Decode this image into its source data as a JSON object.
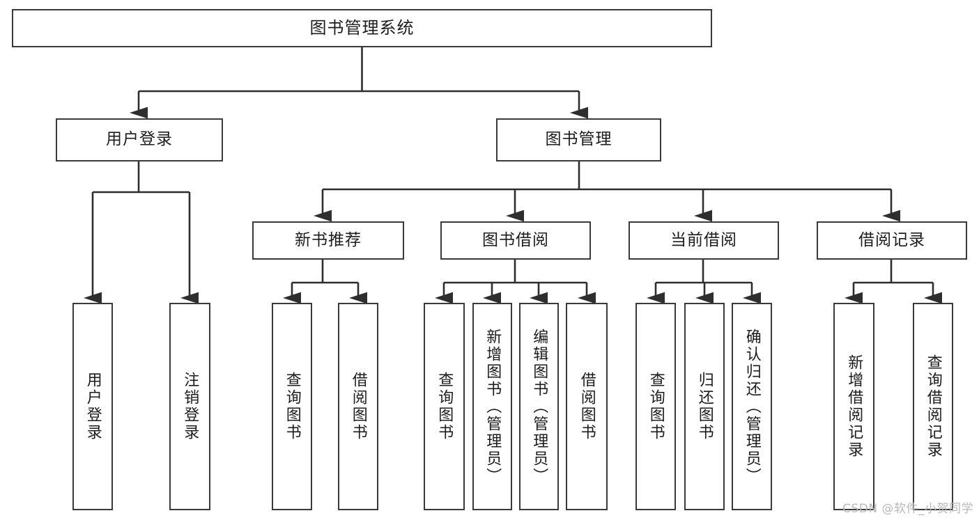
{
  "diagram": {
    "type": "hierarchy-tree",
    "title": "图书管理系统",
    "watermark": "CSDN @软件_小贺同学",
    "colors": {
      "stroke": "#3a3a3a",
      "fill": "#ffffff",
      "text": "#1c1c1c",
      "watermark": "#b9b9b9"
    },
    "nodes": {
      "root": {
        "label": "图书管理系统"
      },
      "level2": [
        {
          "label": "用户登录"
        },
        {
          "label": "图书管理"
        }
      ],
      "level3": [
        {
          "label": "新书推荐"
        },
        {
          "label": "图书借阅"
        },
        {
          "label": "当前借阅"
        },
        {
          "label": "借阅记录"
        }
      ],
      "leaves": {
        "user_login": [
          {
            "label": "用户登录"
          },
          {
            "label": "注销登录"
          }
        ],
        "new_book": [
          {
            "label": "查询图书"
          },
          {
            "label": "借阅图书"
          }
        ],
        "borrow_book": [
          {
            "label": "查询图书"
          },
          {
            "label": "新增图书（管理员）"
          },
          {
            "label": "编辑图书（管理员）"
          },
          {
            "label": "借阅图书"
          }
        ],
        "current_borrow": [
          {
            "label": "查询图书"
          },
          {
            "label": "归还图书"
          },
          {
            "label": "确认归还（管理员）"
          }
        ],
        "borrow_record": [
          {
            "label": "新增借阅记录"
          },
          {
            "label": "查询借阅记录"
          }
        ]
      }
    }
  }
}
